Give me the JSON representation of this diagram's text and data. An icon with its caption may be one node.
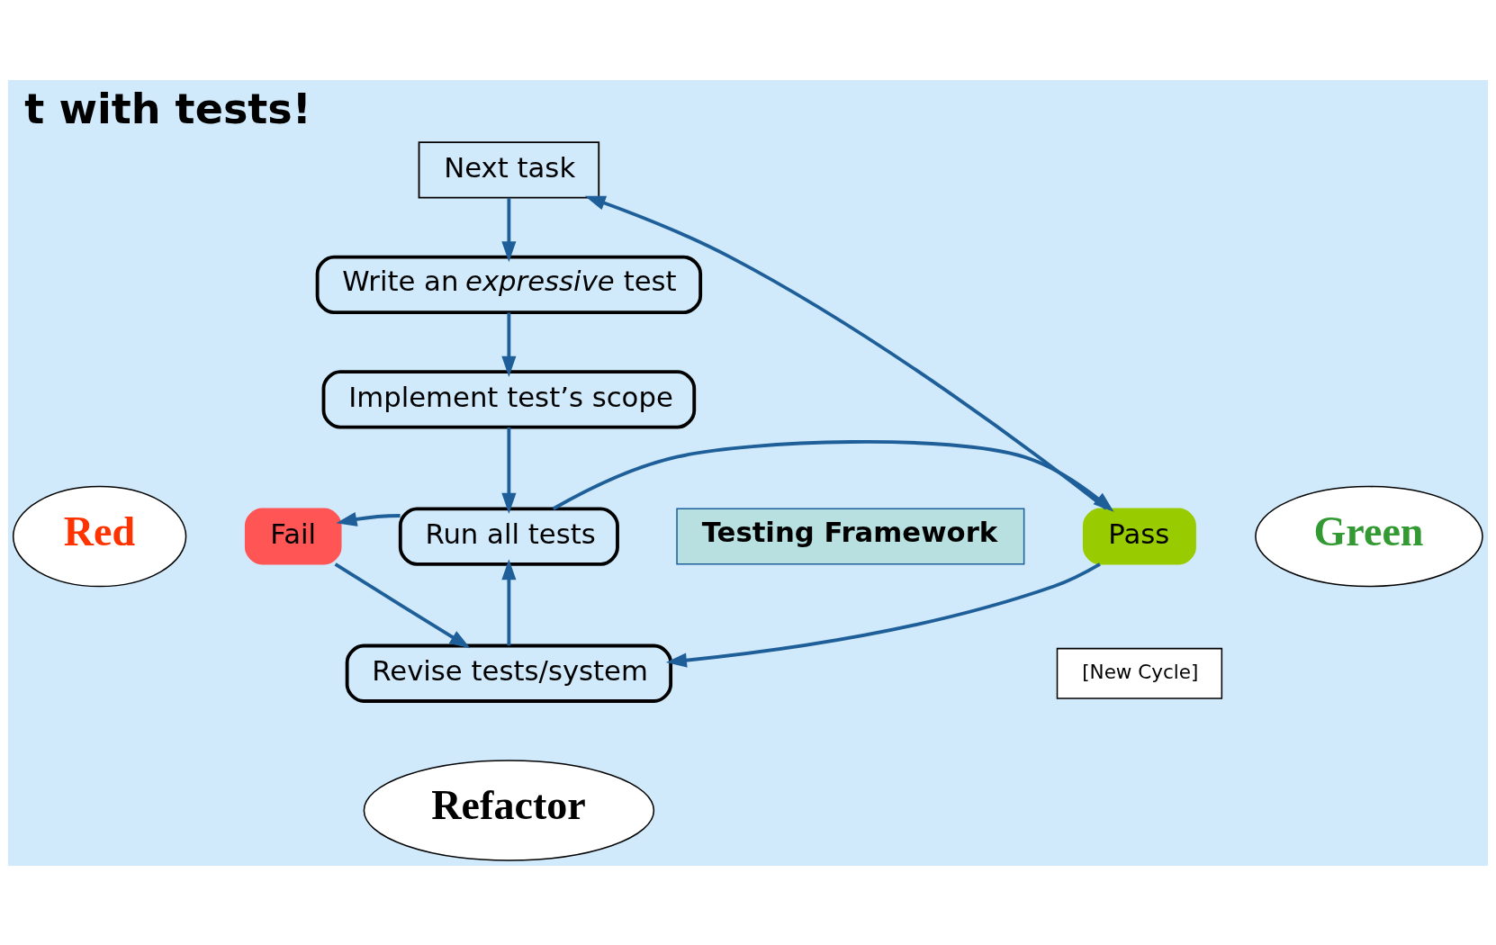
{
  "diagram": {
    "title": "t with tests!",
    "nodes": [
      {
        "text": [
          "Next task"
        ]
      },
      {
        "text": [
          "Write an *expressive* test"
        ]
      },
      {
        "text": [
          "Implement test’s scope"
        ]
      },
      {
        "text": [
          "Run all tests"
        ]
      },
      {
        "text": [
          "Testing Framework"
        ]
      },
      {
        "text": [
          "Fail"
        ]
      },
      {
        "text": [
          "Red"
        ]
      },
      {
        "text": [
          "Pass"
        ]
      },
      {
        "text": [
          "Green"
        ]
      },
      {
        "text": [
          "[New Cycle]"
        ]
      },
      {
        "text": [
          "Revise tests/system"
        ]
      },
      {
        "text": [
          "Refactor"
        ]
      }
    ],
    "edges": [
      {
        "from": 0,
        "to": 1,
        "arrow": "to"
      },
      {
        "from": 1,
        "to": 2,
        "arrow": "to"
      },
      {
        "from": 2,
        "to": 3,
        "arrow": "to"
      },
      {
        "from": 3,
        "to": 5,
        "arrow": "to"
      },
      {
        "from": 3,
        "to": 7,
        "arrow": "to"
      },
      {
        "from": 5,
        "to": 10,
        "arrow": "to"
      },
      {
        "from": 10,
        "to": 3,
        "arrow": "to"
      },
      {
        "from": 7,
        "to": 0,
        "arrow": "to"
      },
      {
        "from": 7,
        "to": 10,
        "arrow": "to"
      }
    ]
  }
}
